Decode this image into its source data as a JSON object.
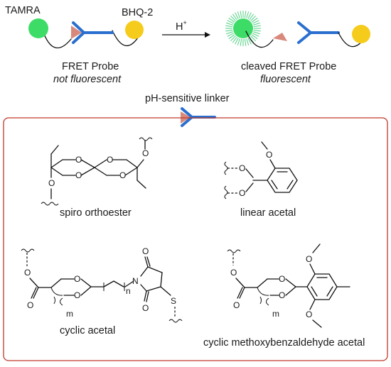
{
  "colors": {
    "donor": "#3ddc67",
    "quencher": "#f5cc1c",
    "linker_blue": "#2a6fcf",
    "linker_pink": "#d9897b",
    "frame": "#c0392b",
    "glow": "#4fcf82"
  },
  "top": {
    "donor_label": "TAMRA",
    "quencher_label": "BHQ-2",
    "probe_title": "FRET Probe",
    "probe_state": "not fluorescent",
    "reagent": "H",
    "reagent_sup": "+",
    "cleaved_title": "cleaved FRET Probe",
    "cleaved_state": "fluorescent",
    "linker_heading": "pH-sensitive linker"
  },
  "panels": {
    "spiro": {
      "caption": "spiro orthoester",
      "atom_o": "O"
    },
    "linear": {
      "caption": "linear acetal",
      "atom_o": "O"
    },
    "cyclic": {
      "caption": "cyclic acetal",
      "atom_o": "O",
      "atom_n": "N",
      "atom_s": "S",
      "sub_m": "m",
      "sub_n": "n"
    },
    "cyclic_mb": {
      "caption": "cyclic methoxybenzaldehyde acetal",
      "atom_o": "O",
      "sub_m": "m"
    }
  }
}
